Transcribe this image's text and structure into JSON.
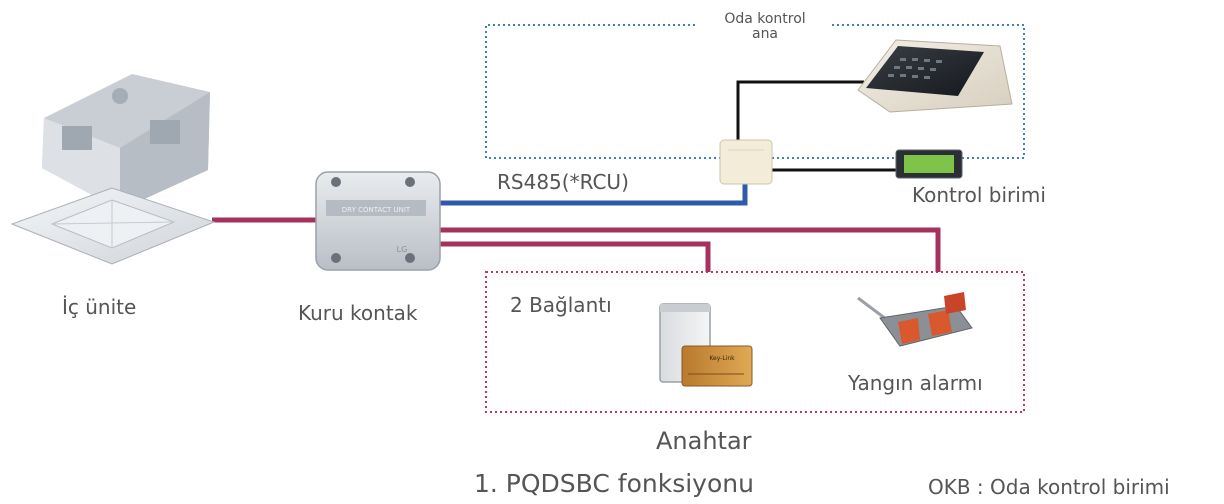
{
  "colors": {
    "power_wire": "#a4325d",
    "rs485_wire": "#2e5aa8",
    "black_wire": "#111111",
    "room_box_border": "#3c7fc4",
    "switch_box_border": "#c6335d",
    "text": "#555555"
  },
  "labels": {
    "room_control_title_line1": "Oda kontrol",
    "room_control_title_line2": "ana",
    "rs485": "RS485(*RCU)",
    "control_unit": "Kontrol birimi",
    "indoor_unit": "İç ünite",
    "dry_contact": "Kuru kontak",
    "two_connections": "2 Bağlantı",
    "fire_alarm": "Yangın alarmı",
    "switch": "Anahtar",
    "function_title": "1. PQDSBC fonksiyonu",
    "abbreviation": "OKB : Oda kontrol birimi"
  },
  "device_text": {
    "dry_contact_plate": "DRY CONTACT UNIT",
    "dry_contact_logo": "LG",
    "keycard_brand": "Key-Link"
  },
  "icons": {
    "indoor_unit": "ceiling-cassette-icon",
    "dry_contact": "dry-contact-module-icon",
    "room_controller": "room-controller-console-icon",
    "junction": "junction-box-icon",
    "control_unit": "control-unit-display-icon",
    "card_reader": "card-reader-icon",
    "key_card": "key-card-icon",
    "fire_alarm": "fire-alarm-sensor-icon"
  }
}
